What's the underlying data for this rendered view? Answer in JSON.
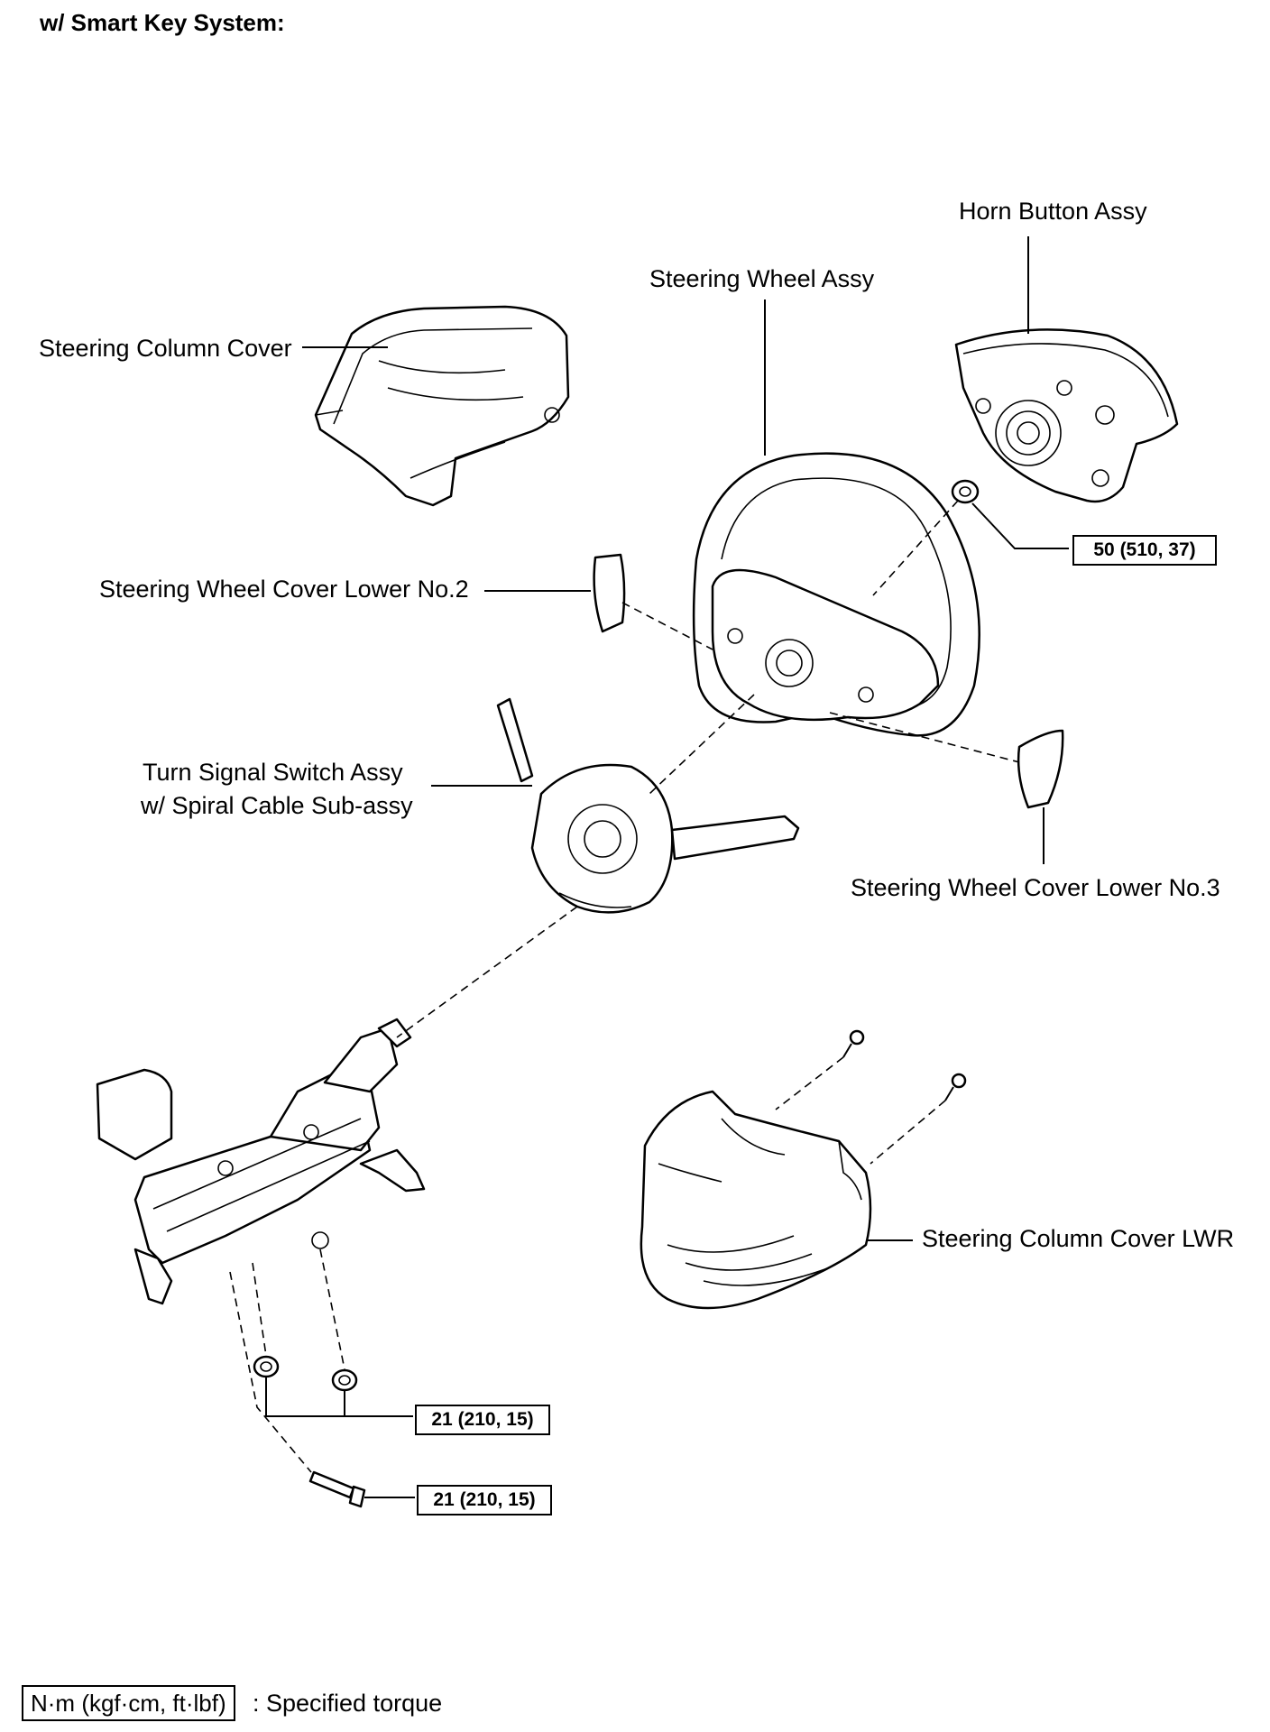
{
  "header": "w/ Smart Key System:",
  "labels": {
    "horn_button": "Horn Button Assy",
    "steering_wheel": "Steering Wheel Assy",
    "column_cover": "Steering Column Cover",
    "cover_lower_no2": "Steering Wheel Cover Lower No.2",
    "turn_signal_line1": "Turn Signal Switch Assy",
    "turn_signal_line2": "w/ Spiral Cable Sub-assy",
    "cover_lower_no3": "Steering Wheel Cover Lower No.3",
    "column_cover_lwr": "Steering Column Cover LWR"
  },
  "torque_specs": {
    "horn_nut": "50 (510, 37)",
    "column_nuts": "21 (210, 15)",
    "column_bolt": "21 (210, 15)"
  },
  "legend": {
    "box": "N·m (kgf·cm, ft·lbf)",
    "text": ": Specified torque"
  }
}
